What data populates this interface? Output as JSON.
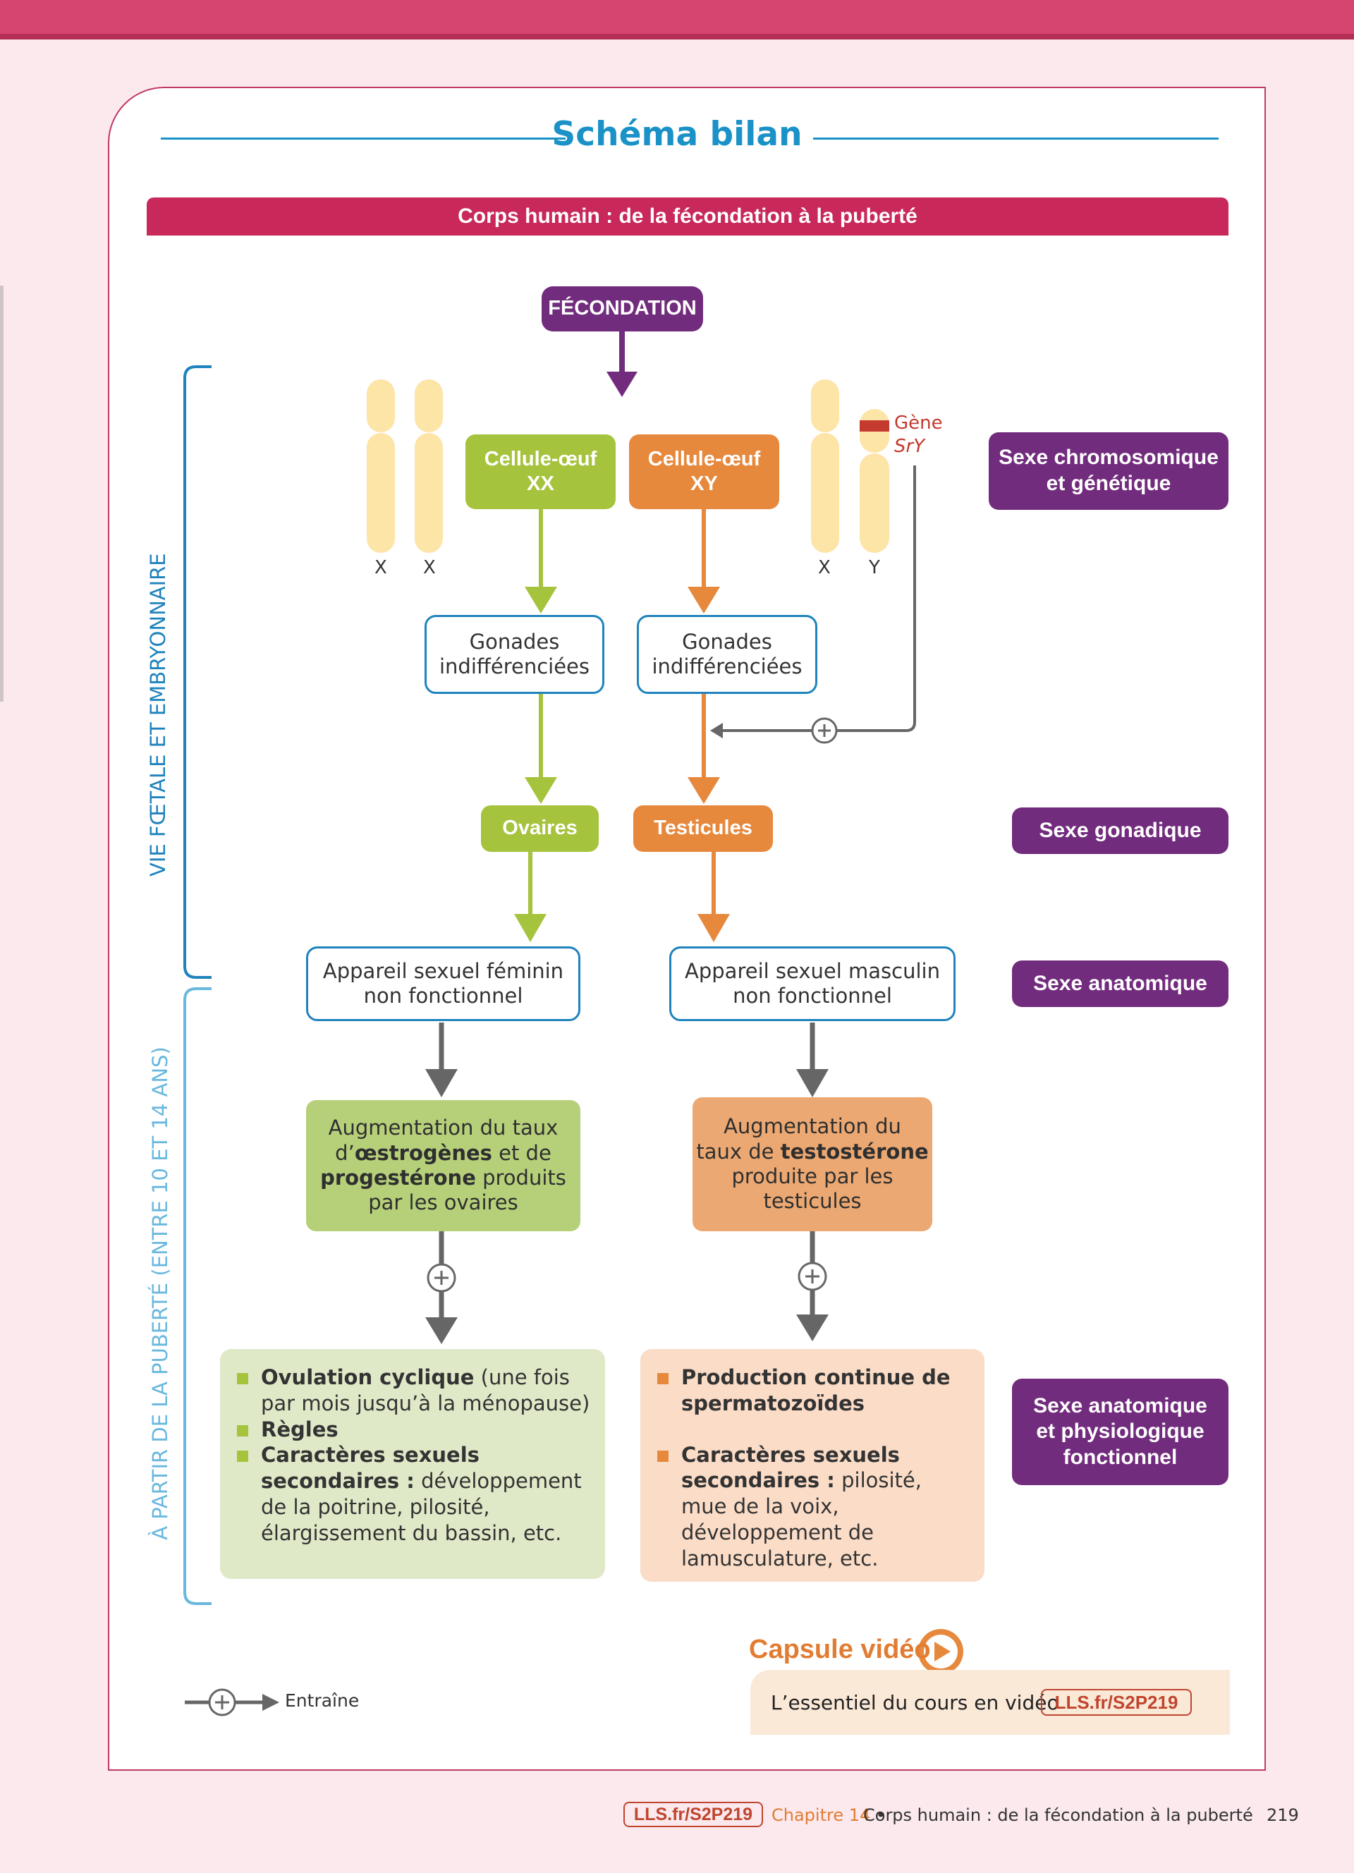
{
  "colors": {
    "page_bg": "#fbe9ee",
    "header_pink": "#d6456f",
    "title_blue": "#1a92c7",
    "banner_red": "#c8285a",
    "purple": "#722c7d",
    "green": "#a6c33d",
    "orange": "#e6893d",
    "outline_blue": "#1f83bd",
    "arrow_grey": "#666666",
    "chromosome_yellow": "#fde4a7",
    "sry_red": "#c43a2e",
    "side_label_dark_blue": "#1f83bd",
    "side_label_light_blue": "#69b8de"
  },
  "title": "Schéma bilan",
  "banner": "Corps humain : de la fécondation à la puberté",
  "fecondation": "FÉCONDATION",
  "chromosomes": {
    "left": [
      "X",
      "X"
    ],
    "right": [
      "X",
      "Y"
    ],
    "gene": [
      "Gène",
      "SrY"
    ]
  },
  "cells": {
    "xx": [
      "Cellule-œuf",
      "XX"
    ],
    "xy": [
      "Cellule-œuf",
      "XY"
    ]
  },
  "gonads": {
    "left": [
      "Gonades",
      "indifférenciées"
    ],
    "right": [
      "Gonades",
      "indifférenciées"
    ]
  },
  "organs": {
    "left": "Ovaires",
    "right": "Testicules"
  },
  "apparatus": {
    "left": [
      "Appareil sexuel féminin",
      "non fonctionnel"
    ],
    "right": [
      "Appareil sexuel masculin",
      "non fonctionnel"
    ]
  },
  "hormones": {
    "left": {
      "l1": "Augmentation du taux",
      "l2_a": "d’",
      "l2_b": "œstrogènes",
      "l2_c": " et de",
      "l3_a": "progestérone",
      "l3_b": " produits",
      "l4": "par les ovaires"
    },
    "right": {
      "l1": "Augmentation du",
      "l2_a": "taux de ",
      "l2_b": "testostérone",
      "l3": "produite par les",
      "l4": "testicules"
    }
  },
  "effects": {
    "left": [
      {
        "bold": "Ovulation cyclique",
        "text": " (une fois par mois jusqu’à la ménopause)"
      },
      {
        "bold": "Règles",
        "text": ""
      },
      {
        "bold": "Caractères sexuels secondaires :",
        "text": " développement de la poitrine, pilosité, élargissement du bassin, etc."
      }
    ],
    "right": [
      {
        "bold": "Production continue de spermatozoïdes",
        "text": ""
      },
      {
        "bold": "Caractères sexuels secondaires :",
        "text": " pilosité, mue de la voix, développement de lamusculature, etc."
      }
    ]
  },
  "sex_labels": {
    "chromosomic": [
      "Sexe chromosomique",
      "et génétique"
    ],
    "gonadic": "Sexe gonadique",
    "anatomic": "Sexe anatomique",
    "functional": [
      "Sexe anatomique",
      "et physiologique",
      "fonctionnel"
    ]
  },
  "side_labels": {
    "fetal": "VIE FŒTALE ET EMBRYONNAIRE",
    "puberty": "À PARTIR DE LA PUBERTÉ (ENTRE 10 ET 14 ANS)"
  },
  "legend": "Entraîne",
  "capsule": {
    "title": "Capsule vidéo",
    "text": "L’essentiel du cours en vidéo",
    "link": "LLS.fr/S2P219"
  },
  "footer": {
    "link": "LLS.fr/S2P219",
    "chapter": "Chapitre 14",
    "separator": " • ",
    "title": "Corps humain : de la fécondation à la puberté",
    "page": "219"
  }
}
